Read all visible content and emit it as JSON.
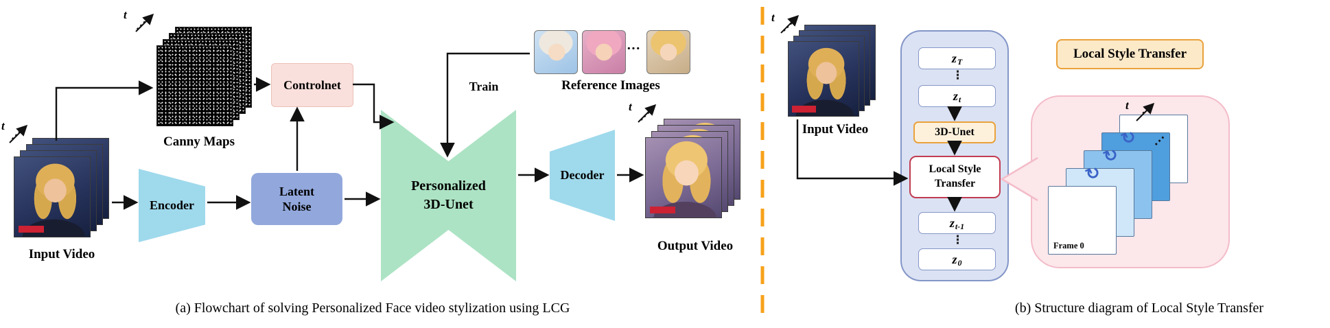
{
  "panel_a": {
    "caption": "(a) Flowchart of solving Personalized Face video stylization using LCG",
    "t_label": "t",
    "input_video_label": "Input Video",
    "canny_maps_label": "Canny Maps",
    "controlnet_label": "Controlnet",
    "encoder_label": "Encoder",
    "latent_noise_line1": "Latent",
    "latent_noise_line2": "Noise",
    "unet_line1": "Personalized",
    "unet_line2": "3D-Unet",
    "train_label": "Train",
    "reference_images_label": "Reference Images",
    "reference_ellipsis": "···",
    "decoder_label": "Decoder",
    "output_video_label": "Output Video"
  },
  "panel_b": {
    "caption": "(b) Structure diagram of Local Style Transfer",
    "t_label": "t",
    "input_video_label": "Input Video",
    "legend_label": "Local Style Transfer",
    "z_boxes": [
      {
        "base": "z",
        "sub": "T"
      },
      {
        "base": "z",
        "sub": "t"
      },
      {
        "base": "z",
        "sub": "t-1"
      },
      {
        "base": "z",
        "sub": "0"
      }
    ],
    "vertical_dots": "⋮",
    "unet_box_label": "3D-Unet",
    "lst_line1": "Local Style",
    "lst_line2": "Transfer",
    "frame0_label": "Frame 0"
  },
  "glyphs": {
    "stack_dots": "···",
    "rotate_arrow": "↻"
  },
  "colors": {
    "divider": "#F7A21B",
    "controlnet_fill": "#FAE0DC",
    "latent_fill": "#92A8DC",
    "encoder_fill": "#9FD9EC",
    "unet_fill": "#ACE3C4",
    "container_fill": "#DBE2F3",
    "container_border": "#8496C8",
    "legend_fill": "#FCE9C8",
    "legend_border": "#E9A23B",
    "lst_border": "#C13B52",
    "bubble_fill": "#FCE7EB",
    "bubble_border": "#F3BCC9",
    "arrow": "#111111"
  }
}
